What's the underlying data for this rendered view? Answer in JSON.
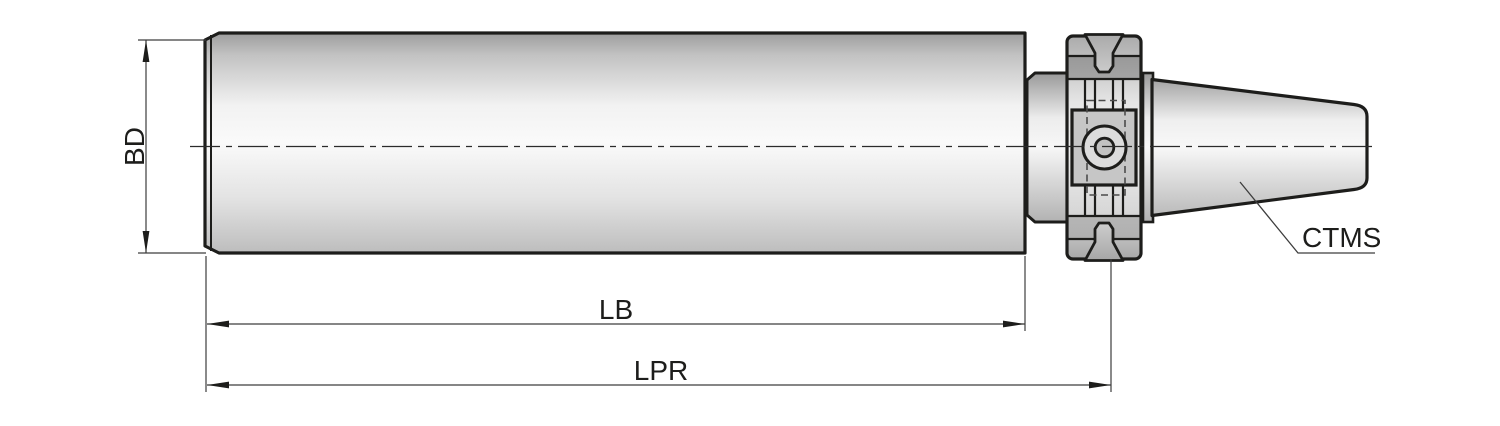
{
  "drawing": {
    "title": "tool-holder-blank-technical-drawing",
    "labels": {
      "body_diameter": "BD",
      "body_length": "LB",
      "projection_length": "LPR",
      "taper_designation": "CTMS"
    },
    "colors": {
      "outline": "#1d1d1b",
      "dimension_line": "#3d3d3d",
      "background": "#ffffff",
      "metal_light": "#fafafa",
      "metal_dark": "#9d9d9d"
    }
  }
}
